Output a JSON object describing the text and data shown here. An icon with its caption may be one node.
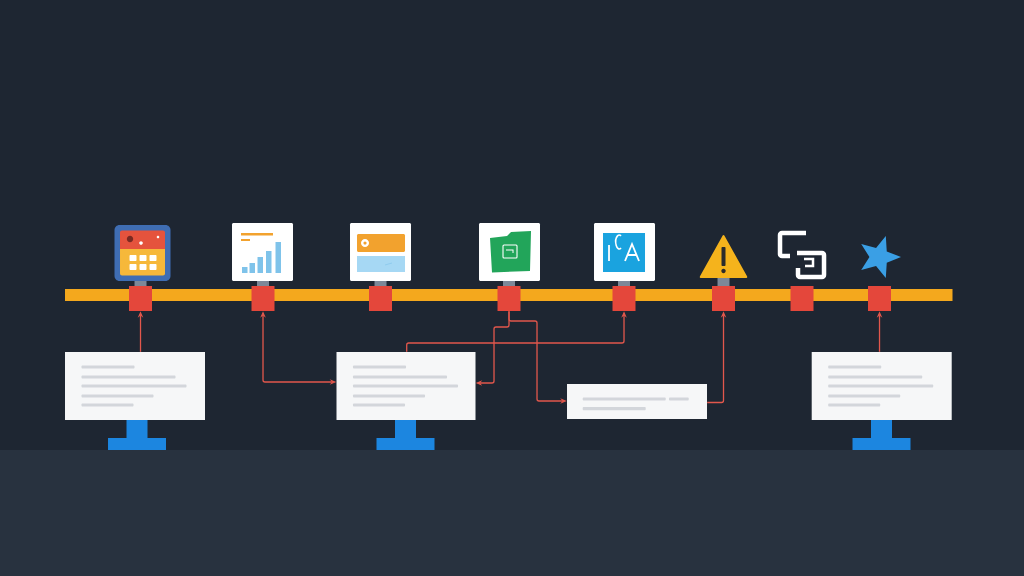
{
  "diagram": {
    "nodes": [
      {
        "text": [],
        "shape": "box"
      },
      {
        "text": [],
        "shape": "box"
      },
      {
        "text": [],
        "shape": "box"
      },
      {
        "text": [],
        "shape": "box"
      },
      {
        "text": [],
        "shape": "box"
      },
      {
        "text": [],
        "shape": "box"
      },
      {
        "text": [],
        "shape": "box"
      },
      {
        "text": [],
        "shape": "box"
      },
      {
        "text": [],
        "shape": "monitor"
      },
      {
        "text": [],
        "shape": "monitor"
      },
      {
        "text": [],
        "shape": "box"
      },
      {
        "text": [],
        "shape": "monitor"
      },
      {
        "text": [],
        "shape": "band"
      }
    ],
    "edges": [
      {
        "from": 8,
        "to": 0,
        "arrow": "to"
      },
      {
        "from": 1,
        "to": 9,
        "arrow": "both"
      },
      {
        "from": 3,
        "to": 9,
        "arrow": "to"
      },
      {
        "from": 3,
        "to": 10,
        "arrow": "to"
      },
      {
        "from": 9,
        "to": 4,
        "arrow": "to"
      },
      {
        "from": 10,
        "to": 5,
        "arrow": "to"
      },
      {
        "from": 11,
        "to": 7,
        "arrow": "to"
      }
    ]
  }
}
